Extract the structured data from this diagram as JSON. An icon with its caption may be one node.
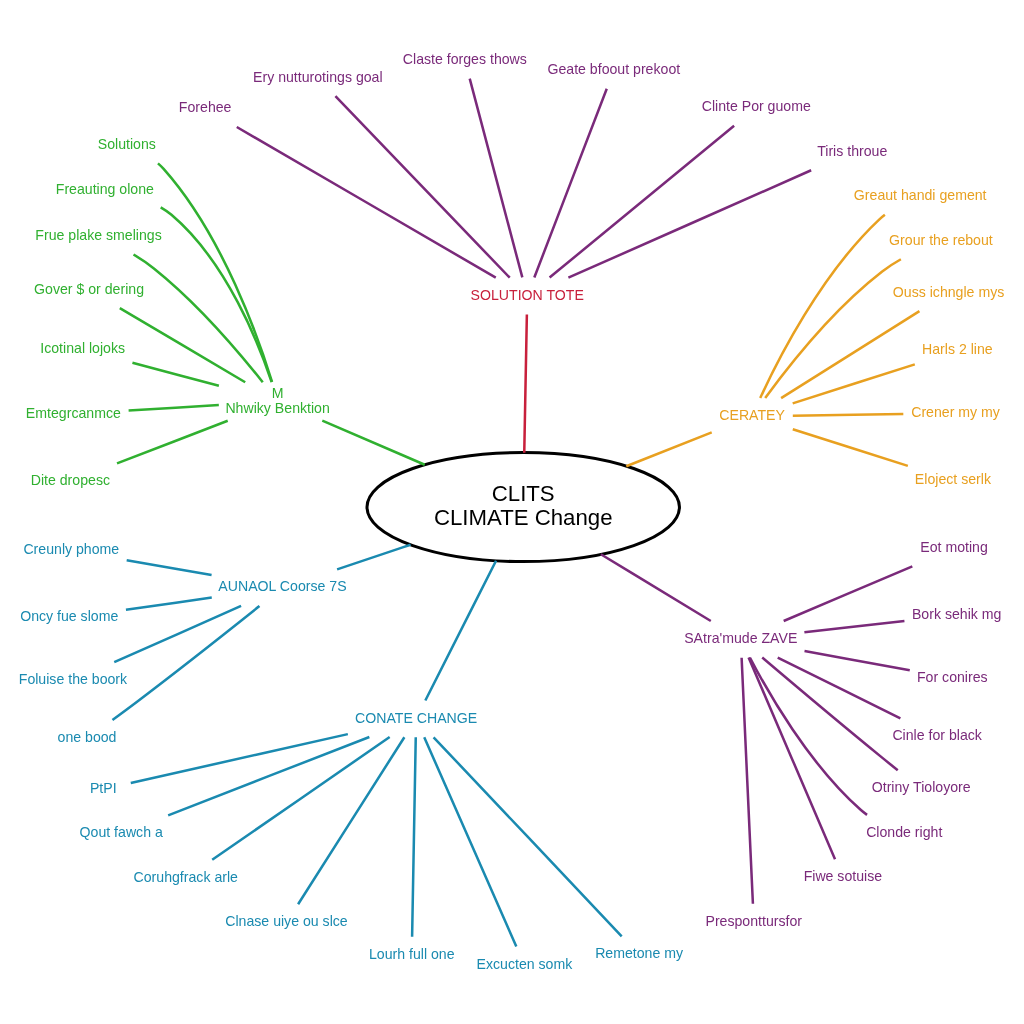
{
  "diagram": {
    "nodes": [
      {
        "text": [
          "CLITS",
          "CLIMATE Change"
        ]
      },
      {
        "text": [
          "CERATEY"
        ]
      },
      {
        "text": [
          "Eloject serlk"
        ]
      },
      {
        "text": [
          "Crener my my"
        ]
      },
      {
        "text": [
          "Harls 2 line"
        ]
      },
      {
        "text": [
          "Ouss ichngle mys"
        ]
      },
      {
        "text": [
          "Grour the rebout"
        ]
      },
      {
        "text": [
          "Greaut handi gement"
        ]
      },
      {
        "text": [
          "SOLUTION TOTE"
        ]
      },
      {
        "text": [
          "Tiris throue"
        ]
      },
      {
        "text": [
          "Clinte Por guome"
        ]
      },
      {
        "text": [
          "Geate bfoout prekoot"
        ]
      },
      {
        "text": [
          "Claste forges thows"
        ]
      },
      {
        "text": [
          "Ery nutturotings goal"
        ]
      },
      {
        "text": [
          "Forehee"
        ]
      },
      {
        "text": [
          "M",
          "Nhwiky Benktion"
        ]
      },
      {
        "text": [
          "Solutions"
        ]
      },
      {
        "text": [
          "Freauting olone"
        ]
      },
      {
        "text": [
          "Frue plake smelings"
        ]
      },
      {
        "text": [
          "Gover $ or dering"
        ]
      },
      {
        "text": [
          "Icotinal lojoks"
        ]
      },
      {
        "text": [
          "Emtegrcanmce"
        ]
      },
      {
        "text": [
          "Dite dropesc"
        ]
      },
      {
        "text": [
          "AUNAOL Coorse 7S"
        ]
      },
      {
        "text": [
          "Creunly phome"
        ]
      },
      {
        "text": [
          "Oncy fue slome"
        ]
      },
      {
        "text": [
          "Foluise the boork"
        ]
      },
      {
        "text": [
          "one bood"
        ]
      },
      {
        "text": [
          "CONATE CHANGE"
        ]
      },
      {
        "text": [
          "PtPI"
        ]
      },
      {
        "text": [
          "Qout fawch a"
        ]
      },
      {
        "text": [
          "Coruhgfrack arle"
        ]
      },
      {
        "text": [
          "Clnase uiye ou slce"
        ]
      },
      {
        "text": [
          "Lourh full one"
        ]
      },
      {
        "text": [
          "Excucten somk"
        ]
      },
      {
        "text": [
          "Remetone my"
        ]
      },
      {
        "text": [
          "SAtra'mude ZAVE"
        ]
      },
      {
        "text": [
          "Presponttursfor"
        ]
      },
      {
        "text": [
          "Fiwe sotuise"
        ]
      },
      {
        "text": [
          "Clonde right"
        ]
      },
      {
        "text": [
          "Otriny Tioloyore"
        ]
      },
      {
        "text": [
          "Cinle for black"
        ]
      },
      {
        "text": [
          "For conires"
        ]
      },
      {
        "text": [
          "Bork sehik mg"
        ]
      },
      {
        "text": [
          "Eot moting"
        ]
      }
    ],
    "edges": [
      {
        "from": 0,
        "to": 1,
        "arrow": "none",
        "color": "#e8a020"
      },
      {
        "from": 1,
        "to": 2,
        "arrow": "none",
        "color": "#e8a020"
      },
      {
        "from": 1,
        "to": 3,
        "arrow": "none",
        "color": "#e8a020"
      },
      {
        "from": 1,
        "to": 4,
        "arrow": "none",
        "color": "#e8a020"
      },
      {
        "from": 1,
        "to": 5,
        "arrow": "none",
        "color": "#e8a020"
      },
      {
        "from": 1,
        "to": 6,
        "arrow": "none",
        "color": "#e8a020"
      },
      {
        "from": 1,
        "to": 7,
        "arrow": "none",
        "color": "#e8a020"
      },
      {
        "from": 0,
        "to": 8,
        "arrow": "none",
        "color": "#c8203c"
      },
      {
        "from": 8,
        "to": 9,
        "arrow": "none",
        "color": "#7a2a7a"
      },
      {
        "from": 8,
        "to": 10,
        "arrow": "none",
        "color": "#7a2a7a"
      },
      {
        "from": 8,
        "to": 11,
        "arrow": "none",
        "color": "#7a2a7a"
      },
      {
        "from": 8,
        "to": 12,
        "arrow": "none",
        "color": "#7a2a7a"
      },
      {
        "from": 8,
        "to": 13,
        "arrow": "none",
        "color": "#7a2a7a"
      },
      {
        "from": 8,
        "to": 14,
        "arrow": "none",
        "color": "#7a2a7a"
      },
      {
        "from": 0,
        "to": 15,
        "arrow": "none",
        "color": "#30b030"
      },
      {
        "from": 15,
        "to": 16,
        "arrow": "none",
        "color": "#30b030"
      },
      {
        "from": 15,
        "to": 17,
        "arrow": "none",
        "color": "#30b030"
      },
      {
        "from": 15,
        "to": 18,
        "arrow": "none",
        "color": "#30b030"
      },
      {
        "from": 15,
        "to": 19,
        "arrow": "none",
        "color": "#30b030"
      },
      {
        "from": 15,
        "to": 20,
        "arrow": "none",
        "color": "#30b030"
      },
      {
        "from": 15,
        "to": 21,
        "arrow": "none",
        "color": "#30b030"
      },
      {
        "from": 15,
        "to": 22,
        "arrow": "none",
        "color": "#30b030"
      },
      {
        "from": 0,
        "to": 23,
        "arrow": "none",
        "color": "#1a8ab0"
      },
      {
        "from": 23,
        "to": 24,
        "arrow": "none",
        "color": "#1a8ab0"
      },
      {
        "from": 23,
        "to": 25,
        "arrow": "none",
        "color": "#1a8ab0"
      },
      {
        "from": 23,
        "to": 26,
        "arrow": "none",
        "color": "#1a8ab0"
      },
      {
        "from": 23,
        "to": 27,
        "arrow": "none",
        "color": "#1a8ab0"
      },
      {
        "from": 0,
        "to": 28,
        "arrow": "none",
        "color": "#1a8ab0"
      },
      {
        "from": 28,
        "to": 29,
        "arrow": "none",
        "color": "#1a8ab0"
      },
      {
        "from": 28,
        "to": 30,
        "arrow": "none",
        "color": "#1a8ab0"
      },
      {
        "from": 28,
        "to": 31,
        "arrow": "none",
        "color": "#1a8ab0"
      },
      {
        "from": 28,
        "to": 32,
        "arrow": "none",
        "color": "#1a8ab0"
      },
      {
        "from": 28,
        "to": 33,
        "arrow": "none",
        "color": "#1a8ab0"
      },
      {
        "from": 28,
        "to": 34,
        "arrow": "none",
        "color": "#1a8ab0"
      },
      {
        "from": 28,
        "to": 35,
        "arrow": "none",
        "color": "#1a8ab0"
      },
      {
        "from": 0,
        "to": 36,
        "arrow": "none",
        "color": "#7a2a7a"
      },
      {
        "from": 36,
        "to": 37,
        "arrow": "none",
        "color": "#7a2a7a"
      },
      {
        "from": 36,
        "to": 38,
        "arrow": "none",
        "color": "#7a2a7a"
      },
      {
        "from": 36,
        "to": 39,
        "arrow": "none",
        "color": "#7a2a7a"
      },
      {
        "from": 36,
        "to": 40,
        "arrow": "none",
        "color": "#7a2a7a"
      },
      {
        "from": 36,
        "to": 41,
        "arrow": "none",
        "color": "#7a2a7a"
      },
      {
        "from": 36,
        "to": 42,
        "arrow": "none",
        "color": "#7a2a7a"
      },
      {
        "from": 36,
        "to": 43,
        "arrow": "none",
        "color": "#7a2a7a"
      },
      {
        "from": 36,
        "to": 44,
        "arrow": "none",
        "color": "#7a2a7a"
      }
    ]
  }
}
